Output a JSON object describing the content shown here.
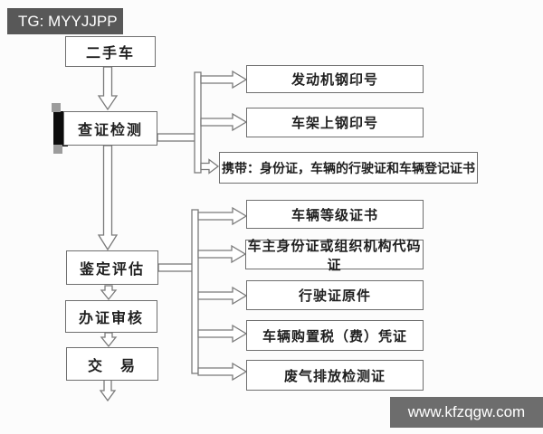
{
  "banner": {
    "label": "TG: MYYJJPP"
  },
  "watermark": {
    "label": "www.kfzqgw.com"
  },
  "colors": {
    "banner_bg": "#585858",
    "watermark_bg": "#6d6d6d",
    "connector_line": "#7a7a7a",
    "box_border": "#6f6f6f",
    "text": "#1f1f1f",
    "background": "#fcfcfc",
    "selection_bar": "#0c0c0c",
    "selection_handle": "#9c9c9c"
  },
  "flow": {
    "nodes": [
      {
        "label": "二手车"
      },
      {
        "label": "查证检测"
      },
      {
        "label": "鉴定评估"
      },
      {
        "label": "办证审核"
      },
      {
        "label": "交　易"
      }
    ],
    "verify_branch": [
      {
        "label": "发动机钢印号"
      },
      {
        "label": "车架上钢印号"
      },
      {
        "label": "携带：身份证，车辆的行驶证和车辆登记证书"
      }
    ],
    "appraise_branch": [
      {
        "label": "车辆等级证书"
      },
      {
        "label": "车主身份证或组织机构代码证"
      },
      {
        "label": "行驶证原件"
      },
      {
        "label": "车辆购置税（费）凭证"
      },
      {
        "label": "废气排放检测证"
      }
    ]
  }
}
